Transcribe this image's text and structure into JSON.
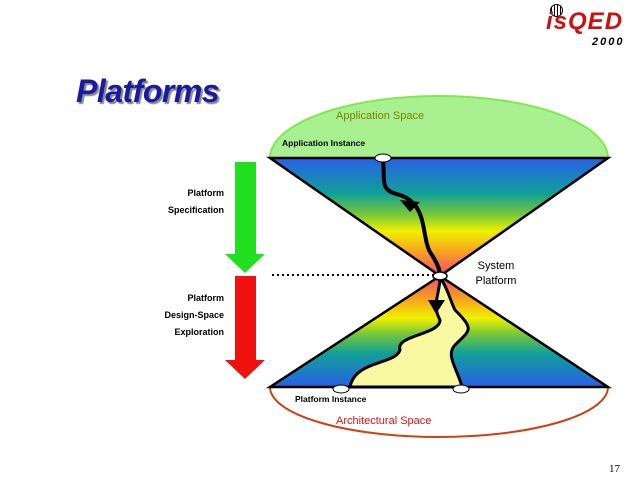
{
  "logo": {
    "text": "isQED",
    "year": "2000"
  },
  "title": "Platforms",
  "labels": {
    "application_space": "Application Space",
    "application_instance": "Application Instance",
    "platform_specification": [
      "Platform",
      "Specification"
    ],
    "platform_dse": [
      "Platform",
      "Design-Space",
      "Exploration"
    ],
    "system_platform": [
      "System",
      "Platform"
    ],
    "platform_instance": "Platform Instance",
    "architectural_space": "Architectural Space"
  },
  "page_number": "17",
  "colors": {
    "title": "#1a1aa0",
    "app_space": "#a8f090",
    "arch_space": "#d04010",
    "spec_arrow": "#20e020",
    "dse_arrow": "#f01010"
  }
}
